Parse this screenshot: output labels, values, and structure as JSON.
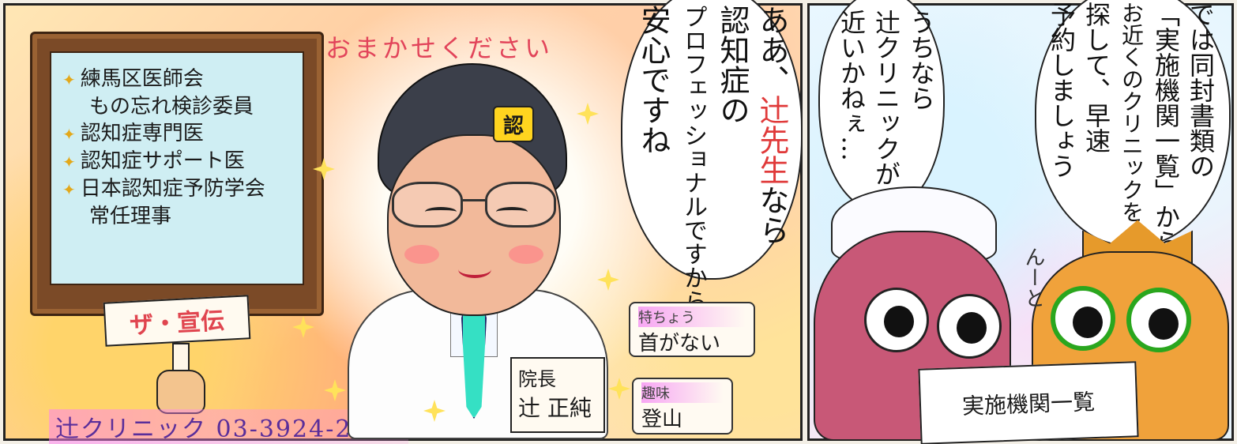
{
  "panel_left": {
    "sign": {
      "lines": [
        "練馬区医師会",
        "もの忘れ検診委員",
        "認知症専門医",
        "認知症サポート医",
        "日本認知症予防学会",
        "常任理事"
      ],
      "tag": "ザ・宣伝"
    },
    "phone_caption": "辻クリニック 03-3924-2017",
    "arc_caption": "おまかせください",
    "badge": "認",
    "nameplate": {
      "title": "院長",
      "name": "辻 正純"
    },
    "trait": {
      "head": "特ちょう",
      "body": "首がない"
    },
    "hobby": {
      "head": "趣味",
      "body": "登山"
    },
    "speech": {
      "line1": "ああ、",
      "line1_red": "辻先生",
      "line1_end": "なら",
      "line2": "認知症の",
      "line3": "プロフェッショナルですから",
      "line4": "安心ですね"
    }
  },
  "panel_right": {
    "speech_mama": {
      "line1": "うちなら",
      "line2": "辻クリニックが",
      "line3": "近いかねぇ…"
    },
    "speech_papa": {
      "line1": "では同封書類の",
      "line2": "「実施機関一覧」から",
      "line3": "お近くのクリニックを",
      "line4": "探して、早速",
      "line5": "予約しましょう"
    },
    "sound": "んーと",
    "paper": "実施機関一覧"
  },
  "colors": {
    "accent_red": "#e03a3a",
    "tie": "#35e0c4",
    "sparkle": "#ffe25a"
  }
}
